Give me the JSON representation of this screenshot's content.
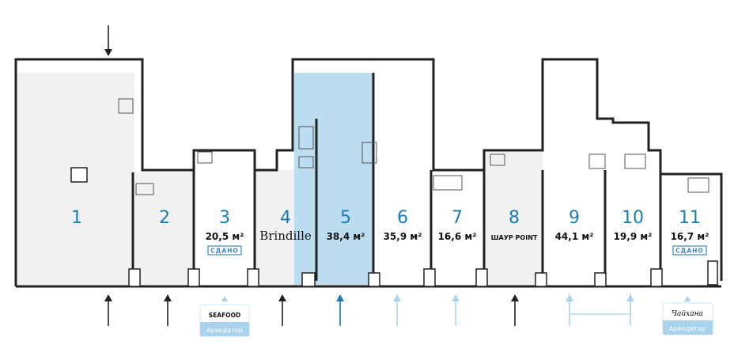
{
  "colors": {
    "accent": "#1a7fb0",
    "selected": "#bcdcef",
    "occupied": "#f1f1f1",
    "arrow_dark": "#222222",
    "arrow_light": "#a9d3ec"
  },
  "units": [
    {
      "number": "1",
      "area": "",
      "status": "occupied"
    },
    {
      "number": "2",
      "area": "",
      "status": "occupied"
    },
    {
      "number": "3",
      "area": "20,5 м²",
      "badge": "СДАНО",
      "status": "rented"
    },
    {
      "number": "4",
      "area": "",
      "brand": "Brindille",
      "status": "occupied"
    },
    {
      "number": "5",
      "area": "38,4 м²",
      "status": "selected"
    },
    {
      "number": "6",
      "area": "35,9 м²",
      "status": "available"
    },
    {
      "number": "7",
      "area": "16,6 м²",
      "status": "available"
    },
    {
      "number": "8",
      "area": "",
      "brand": "ШАУР POINT",
      "status": "occupied"
    },
    {
      "number": "9",
      "area": "44,1 м²",
      "status": "available"
    },
    {
      "number": "10",
      "area": "19,9 м²",
      "status": "available"
    },
    {
      "number": "11",
      "area": "16,7 м²",
      "badge": "СДАНО",
      "status": "rented"
    }
  ],
  "tenants": [
    {
      "logo": "SEAFOOD",
      "label": "Арендатор"
    },
    {
      "logo": "Чайхана",
      "label": "Арендатор"
    }
  ]
}
